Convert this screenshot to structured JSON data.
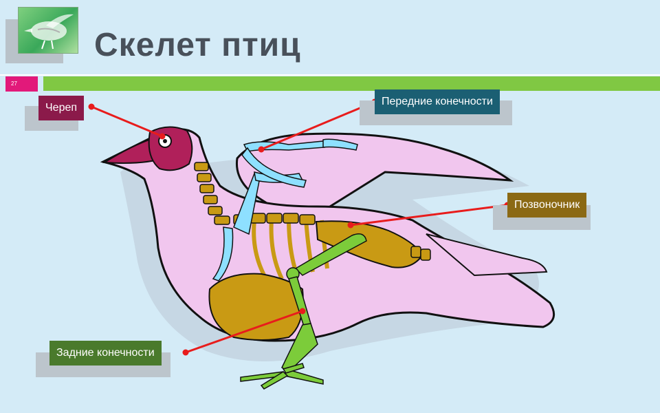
{
  "slide": {
    "title": "Скелет птиц",
    "page_number": "27"
  },
  "labels": {
    "skull": {
      "text": "Череп",
      "color": "#8b1a4a"
    },
    "forelimbs": {
      "text": "Передние конечности",
      "color": "#1b5f73"
    },
    "spine": {
      "text": "Позвоночник",
      "color": "#8b6914"
    },
    "hindlimbs": {
      "text": "Задние конечности",
      "color": "#4a7a2c"
    }
  },
  "colors": {
    "accent_bar": "#80c843",
    "page_badge": "#e2197a",
    "body": "#f1c6ee",
    "skull": "#b0205a",
    "wing_bones": "#8ee0ff",
    "spine_bones": "#c99a14",
    "leg_bones": "#7ccc3a",
    "pointer": "#e81c1c"
  },
  "icons": {
    "thumbnail": "bird-skeleton-thumbnail-icon"
  }
}
